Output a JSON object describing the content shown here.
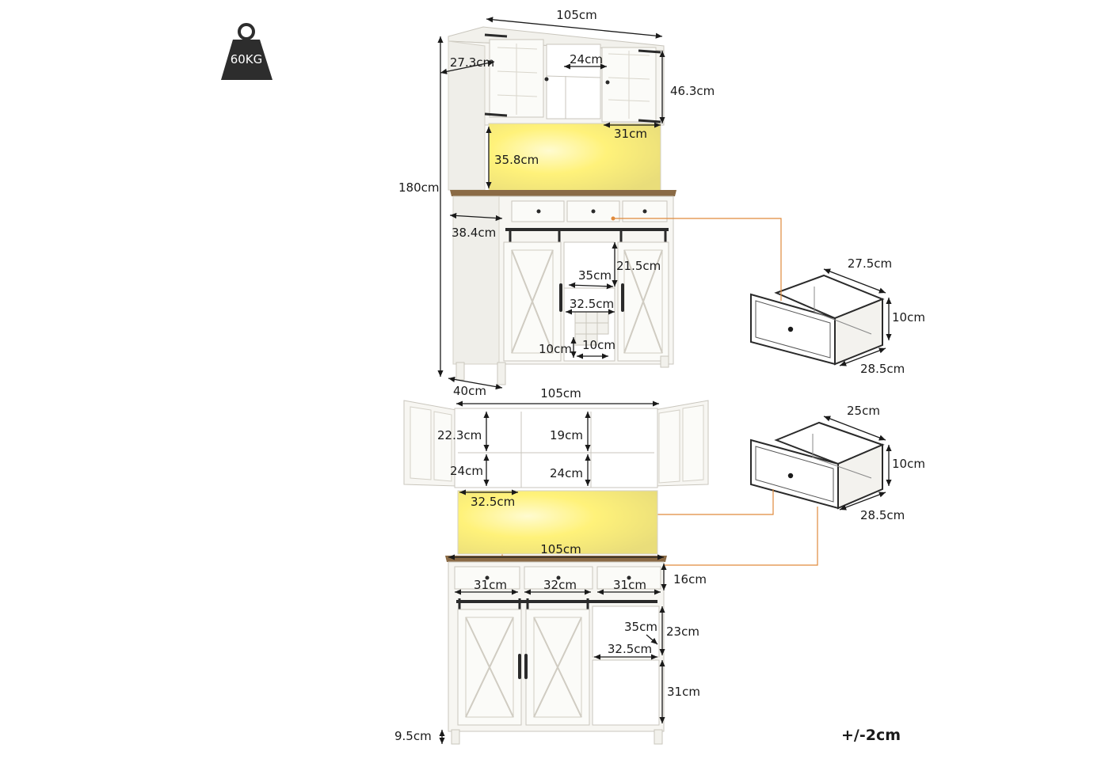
{
  "weight_badge": {
    "label": "60KG",
    "icon": "weight-icon",
    "color": "#2d2d2d"
  },
  "colors": {
    "cabinet": "#f7f6f2",
    "edge": "#c9c6bd",
    "wood_top": "#8a6a45",
    "led": "#fff27a",
    "leader": "#e08a3c",
    "hardware": "#2a2a2a"
  },
  "tolerance": "+/-2cm",
  "top_view": {
    "width_top": "105cm",
    "hutch_depth": "27.3cm",
    "center_shelf": "24cm",
    "hutch_height": "46.3cm",
    "lower_hutch_width": "31cm",
    "led_height": "35.8cm",
    "total_height": "180cm",
    "base_depth": "38.4cm",
    "wine_width": "35cm",
    "wine_height": "21.5cm",
    "wine_inner": "32.5cm",
    "cube_h": "10cm",
    "cube_w": "10cm",
    "floor_depth": "40cm"
  },
  "bottom_view": {
    "width_top": "105cm",
    "left_shelf_h": "22.3cm",
    "mid_shelf_h": "19cm",
    "left_lower_h": "24cm",
    "mid_lower_h": "24cm",
    "led_width": "32.5cm",
    "counter_width": "105cm",
    "drawer_row_h": "16cm",
    "drawer1_w": "31cm",
    "drawer2_w": "32cm",
    "drawer3_w": "31cm",
    "cubby_depth": "35cm",
    "cubby_h": "23cm",
    "cubby_w": "32.5cm",
    "lower_cubby_h": "31cm",
    "leg_h": "9.5cm"
  },
  "drawer_large": {
    "width": "27.5cm",
    "height": "10cm",
    "depth": "28.5cm"
  },
  "drawer_small": {
    "width": "25cm",
    "height": "10cm",
    "depth": "28.5cm"
  }
}
